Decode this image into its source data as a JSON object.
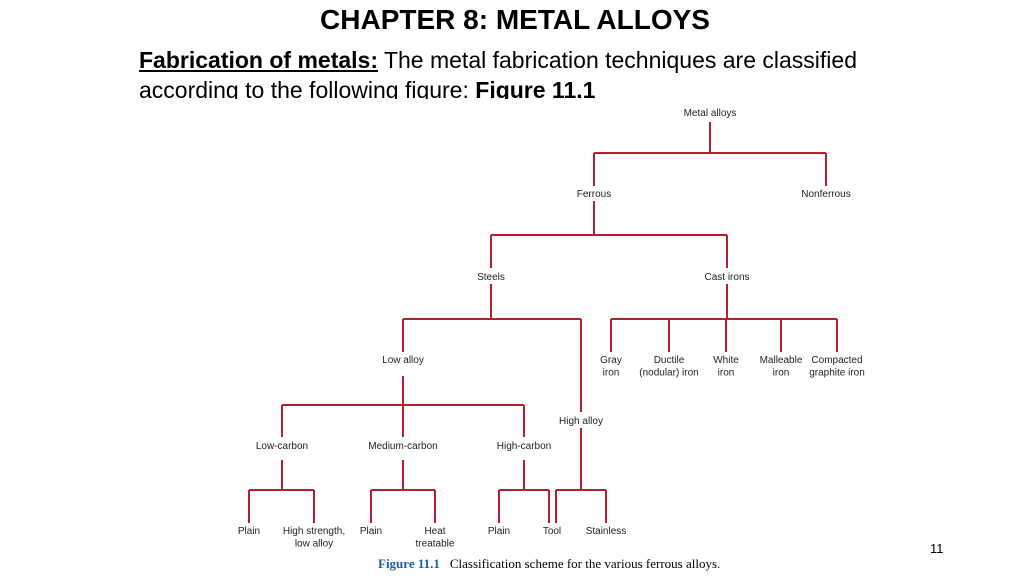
{
  "slide": {
    "title": "CHAPTER 8: METAL ALLOYS",
    "subtitle_lead": "Fabrication of metals:",
    "subtitle_text": " The metal fabrication techniques are classified according to the following figure: ",
    "subtitle_figref": "Figure 11.1",
    "page_number": "11"
  },
  "diagram": {
    "nodes": {
      "metal_alloys": [
        "Metal alloys"
      ],
      "ferrous": [
        "Ferrous"
      ],
      "nonferrous": [
        "Nonferrous"
      ],
      "steels": [
        "Steels"
      ],
      "cast_irons": [
        "Cast irons"
      ],
      "low_alloy": [
        "Low alloy"
      ],
      "high_alloy": [
        "High alloy"
      ],
      "gray_iron": [
        "Gray",
        "iron"
      ],
      "ductile_iron": [
        "Ductile",
        "(nodular) iron"
      ],
      "white_iron": [
        "White",
        "iron"
      ],
      "malleable_iron": [
        "Malleable",
        "iron"
      ],
      "compacted_graphite_iron": [
        "Compacted",
        "graphite iron"
      ],
      "low_carbon": [
        "Low-carbon"
      ],
      "medium_carbon": [
        "Medium-carbon"
      ],
      "high_carbon": [
        "High-carbon"
      ],
      "low_carbon_plain": [
        "Plain"
      ],
      "high_strength_low_alloy": [
        "High strength,",
        "low alloy"
      ],
      "medium_carbon_plain": [
        "Plain"
      ],
      "heat_treatable": [
        "Heat",
        "treatable"
      ],
      "high_carbon_plain": [
        "Plain"
      ],
      "tool": [
        "Tool"
      ],
      "stainless": [
        "Stainless"
      ]
    },
    "caption_label": "Figure 11.1",
    "caption_text": "Classification scheme for the various ferrous alloys.",
    "line_color": "#b5202e"
  }
}
